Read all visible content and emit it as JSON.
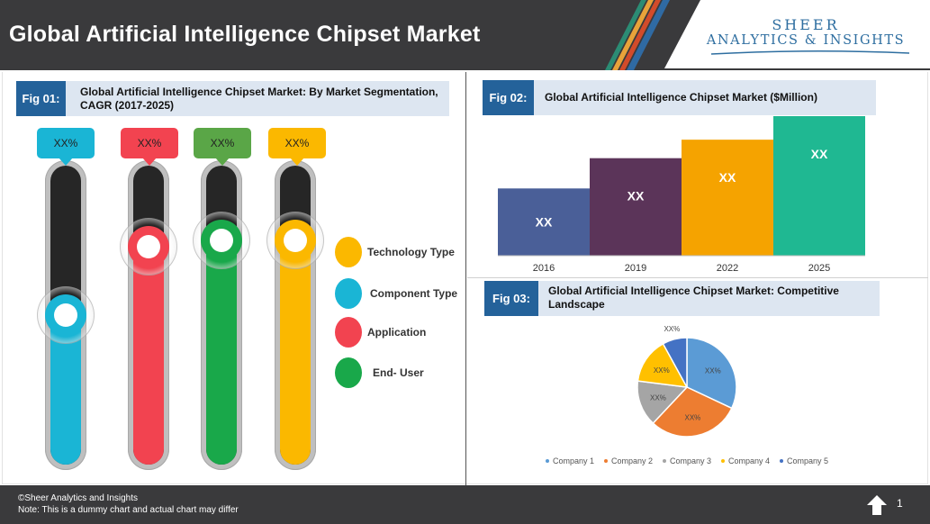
{
  "header": {
    "title": "Global Artificial Intelligence Chipset Market",
    "logo_line1": "SHEER",
    "logo_line2": "ANALYTICS & INSIGHTS",
    "stripe_colors": [
      "#2b8c74",
      "#e8a33a",
      "#d24b2a",
      "#2f6aa3"
    ]
  },
  "fig1": {
    "tag": "Fig 01:",
    "title_line1": "Global Artificial Intelligence Chipset Market: By Market Segmentation,",
    "title_line2": "CAGR (2017-2025)",
    "thermometers": [
      {
        "name": "thermo-component-type",
        "value_label": "XX%",
        "color": "#1ab5d5",
        "bubble_color": "#1ab5d5",
        "fill_fraction": 0.5
      },
      {
        "name": "thermo-application",
        "value_label": "XX%",
        "color": "#f24350",
        "bubble_color": "#f24350",
        "fill_fraction": 0.73
      },
      {
        "name": "thermo-end-user",
        "value_label": "XX%",
        "color": "#19a84a",
        "bubble_color": "#5aa647",
        "fill_fraction": 0.75
      },
      {
        "name": "thermo-technology-type",
        "value_label": "XX%",
        "color": "#fbb800",
        "bubble_color": "#fbb800",
        "fill_fraction": 0.75
      }
    ],
    "legend": [
      {
        "label": "Technology Type",
        "color": "#fbb800"
      },
      {
        "label": "Component Type",
        "color": "#1ab5d5"
      },
      {
        "label": "Application",
        "color": "#f24350"
      },
      {
        "label": "End- User",
        "color": "#19a84a"
      }
    ]
  },
  "fig2": {
    "tag": "Fig 02:",
    "title": "Global Artificial Intelligence Chipset Market ($Million)"
  },
  "fig3": {
    "tag": "Fig 03:",
    "title_line1": "Global Artificial Intelligence Chipset Market: Competitive",
    "title_line2": "Landscape"
  },
  "chart_data": [
    {
      "type": "bar",
      "categories": [
        "2016",
        "2019",
        "2022",
        "2025"
      ],
      "values": [
        40,
        58,
        69,
        83
      ],
      "data_labels": [
        "XX",
        "XX",
        "XX",
        "XX"
      ],
      "colors": [
        "#4a5f98",
        "#5b3459",
        "#f5a300",
        "#1fb892"
      ],
      "ylim": [
        0,
        83
      ],
      "grid": false
    },
    {
      "type": "pie",
      "series": [
        {
          "name": "Company 1",
          "value": 32,
          "label": "XX%",
          "color": "#5b9bd5"
        },
        {
          "name": "Company 2",
          "value": 30,
          "label": "XX%",
          "color": "#ed7d31"
        },
        {
          "name": "Company 3",
          "value": 15,
          "label": "XX%",
          "color": "#a5a5a5"
        },
        {
          "name": "Company 4",
          "value": 15,
          "label": "XX%",
          "color": "#ffc000"
        },
        {
          "name": "Company 5",
          "value": 8,
          "label": "XX%",
          "color": "#4472c4"
        }
      ],
      "legend_placement": "bottom"
    }
  ],
  "footer": {
    "copyright": "©Sheer Analytics and Insights",
    "note": "Note: This is a dummy chart and actual chart may differ",
    "page_number": "1",
    "home_icon": "home-arrow-icon"
  }
}
